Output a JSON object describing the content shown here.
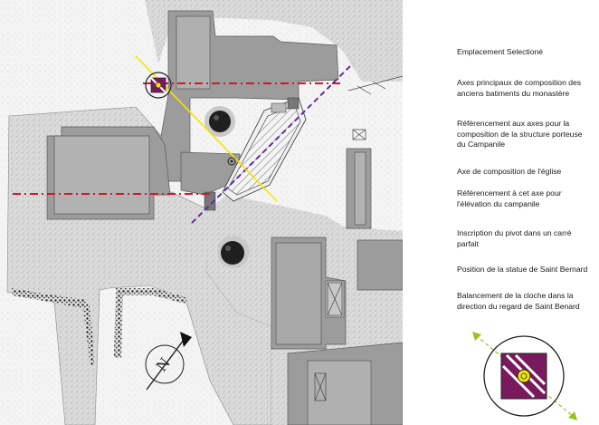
{
  "legend": {
    "items": [
      {
        "key": "selected-site",
        "text": "Emplacement Selectioné"
      },
      {
        "key": "main-axes",
        "text": "Axes principaux de composition des anciens batiments du monastère"
      },
      {
        "key": "axis-reference-structure",
        "text": "Référencement aux axes pour la composition de la structure porteuse du Campanile"
      },
      {
        "key": "church-axis",
        "text": "Axe de composition de l'église"
      },
      {
        "key": "elevation-reference",
        "text": "Référencement à cet axe pour l'élévation du campanile"
      },
      {
        "key": "pivot-square",
        "text": "Inscription du pivot dans un carré parfait"
      },
      {
        "key": "statue-position",
        "text": "Position de la statue de Saint Bernard"
      },
      {
        "key": "bell-swing",
        "text": "Balancement de la cloche dans la direction du regard de Saint Benard"
      }
    ]
  },
  "north_arrow": {
    "label": "N"
  },
  "colors": {
    "main_axis": "#d8142a",
    "church_axis": "#5b2ea0",
    "structure_axis": "#f2e600",
    "site_marker": "#7a1a5e",
    "bell_swing": "#9ac21e",
    "building": "#9c9c9c",
    "ground": "#d9d9d9"
  }
}
